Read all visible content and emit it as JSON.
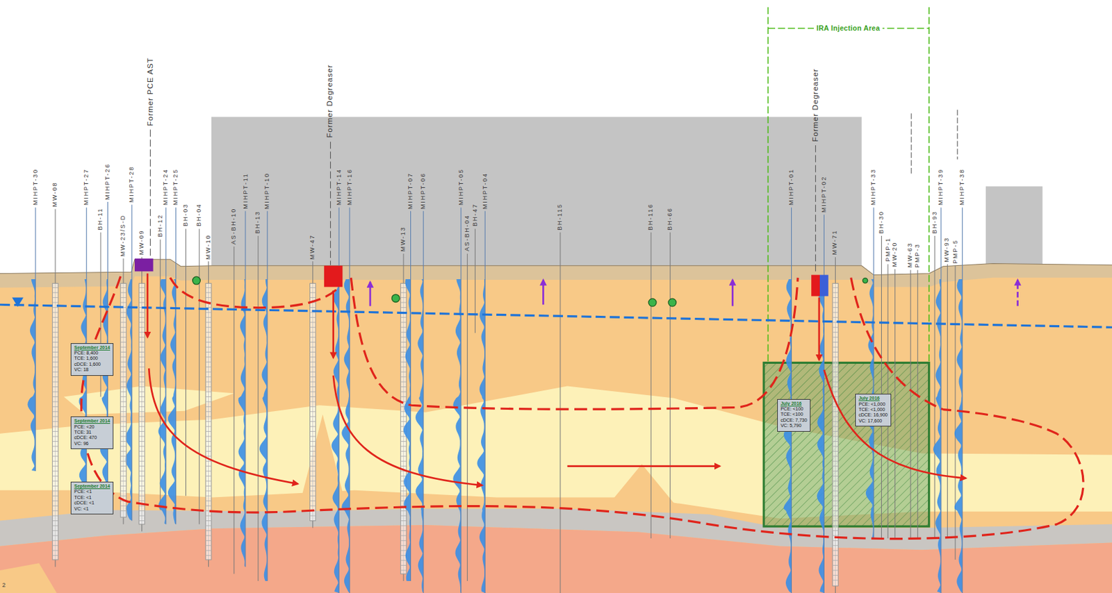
{
  "diagram": {
    "nodes": [
      {
        "text": [
          "September 2014",
          "PCE: 8,400",
          "TCE: 1,600",
          "cDCE: 1,600",
          "VC: 18"
        ]
      },
      {
        "text": [
          "September 2014",
          "PCE: <20",
          "TCE: 31",
          "cDCE: 470",
          "VC: 96"
        ]
      },
      {
        "text": [
          "September 2014",
          "PCE: <1",
          "TCE: <1",
          "cDCE: <1",
          "VC: <1"
        ]
      },
      {
        "text": [
          "July 2016",
          "PCE: <100",
          "TCE: <100",
          "cDCE: 7,730",
          "VC: 5,790"
        ]
      },
      {
        "text": [
          "July 2016",
          "PCE: <1,000",
          "TCE: <1,000",
          "cDCE: 16,900",
          "VC: 17,600"
        ]
      }
    ],
    "labels": [
      "IRA Injection Area",
      "Former PCE AST",
      "Former Degreaser",
      "Former Degreaser",
      "MIHPT-30",
      "MW-08",
      "MIHPT-27",
      "BH-11",
      "MIHPT-26",
      "MIHPT-28",
      "MW-23/S-D",
      "MW-09",
      "BH-12",
      "MIHPT-24",
      "MIHPT-25",
      "BH-03",
      "BH-04",
      "MW-10",
      "AS-BH-10",
      "MIHPT-11",
      "BH-13",
      "MIHPT-10",
      "MW-47",
      "MIHPT-14",
      "MIHPT-16",
      "MW-13",
      "MIHPT-07",
      "MIHPT-06",
      "MIHPT-05",
      "AS-BH-04",
      "BH-47",
      "MIHPT-04",
      "BH-115",
      "BH-116",
      "BH-66",
      "MIHPT-01",
      "MIHPT-02",
      "MW-71",
      "MIHPT-33",
      "BH-30",
      "PMP-1",
      "MW-20",
      "MW-63",
      "PMP-3",
      "BH-93",
      "MIHPT-39",
      "MW-93",
      "PMP-5",
      "MIHPT-38",
      "2"
    ]
  }
}
